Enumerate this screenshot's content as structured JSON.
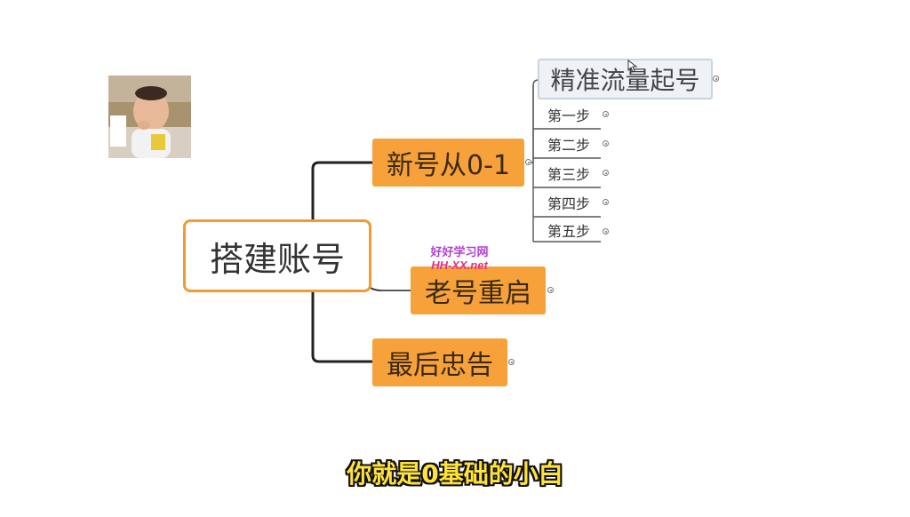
{
  "mindmap": {
    "root": "搭建账号",
    "branches": [
      {
        "label": "新号从0-1",
        "topic": "精准流量起号",
        "steps": [
          "第一步",
          "第二步",
          "第三步",
          "第四步",
          "第五步"
        ]
      },
      {
        "label": "老号重启"
      },
      {
        "label": "最后忠告"
      }
    ]
  },
  "watermark": {
    "line1": "好好学习网",
    "line2": "HH-XX.net"
  },
  "caption": "你就是0基础的小白",
  "colors": {
    "branch_fill": "#f7a13b",
    "root_border": "#f39a33",
    "caption_text": "#ffe33a",
    "line": "#222222"
  }
}
